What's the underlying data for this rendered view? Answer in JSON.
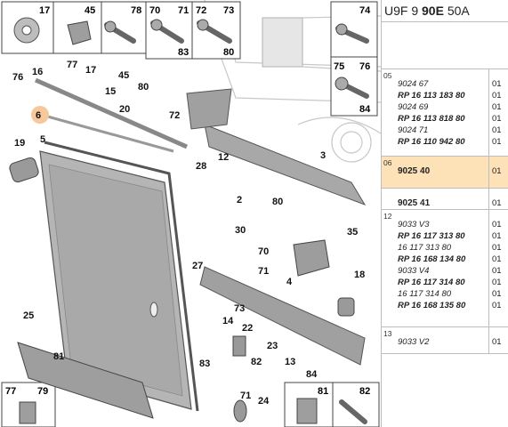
{
  "header": {
    "code_prefix": "U9F 9 ",
    "code_bold": "90E",
    "code_suffix": " 50A"
  },
  "groups": [
    {
      "no": "05",
      "rows": [
        {
          "kind": "ref",
          "text": "9024 67",
          "qty": "01"
        },
        {
          "kind": "rp",
          "text": "RP 16 113 183 80",
          "qty": "01"
        },
        {
          "kind": "ref",
          "text": "9024 69",
          "qty": "01"
        },
        {
          "kind": "rp",
          "text": "RP 16 113 818 80",
          "qty": "01"
        },
        {
          "kind": "ref",
          "text": "9024 71",
          "qty": "01"
        },
        {
          "kind": "rp",
          "text": "RP 16 110 942 80",
          "qty": "01"
        }
      ]
    },
    {
      "no": "06",
      "highlight": true,
      "rows": [
        {
          "kind": "big",
          "text": "9025 40",
          "qty": "01"
        }
      ]
    },
    {
      "no": "",
      "rows": [
        {
          "kind": "big",
          "text": "9025 41",
          "qty": "01"
        }
      ]
    },
    {
      "no": "12",
      "rows": [
        {
          "kind": "ref",
          "text": "9033 V3",
          "qty": "01"
        },
        {
          "kind": "rp",
          "text": "RP 16 117 313 80",
          "qty": "01"
        },
        {
          "kind": "ref",
          "text": "16 117 313 80",
          "qty": "01"
        },
        {
          "kind": "rp",
          "text": "RP 16 168 134 80",
          "qty": "01"
        },
        {
          "kind": "ref",
          "text": "9033 V4",
          "qty": "01"
        },
        {
          "kind": "rp",
          "text": "RP 16 117 314 80",
          "qty": "01"
        },
        {
          "kind": "ref",
          "text": "16 117 314 80",
          "qty": "01"
        },
        {
          "kind": "rp",
          "text": "RP 16 168 135 80",
          "qty": "01"
        }
      ]
    },
    {
      "no": "13",
      "rows": [
        {
          "kind": "ref",
          "text": "9033 V2",
          "qty": "01"
        }
      ]
    }
  ],
  "boxes": {
    "b17": "17",
    "b45": "45",
    "b78": "78",
    "b70": "70",
    "b71": "71",
    "b83": "83",
    "b72": "72",
    "b73": "73",
    "b80": "80",
    "b74": "74",
    "b75": "75",
    "b76": "76",
    "b84": "84",
    "b77": "77",
    "b79": "79",
    "b81": "81",
    "b82": "82"
  },
  "labels": {
    "l76": "76",
    "l16": "16",
    "l77": "77",
    "l17": "17",
    "l45": "45",
    "l15": "15",
    "l80a": "80",
    "l6": "6",
    "l20": "20",
    "l72": "72",
    "l19": "19",
    "l5": "5",
    "l28": "28",
    "l12": "12",
    "l3": "3",
    "l80b": "80",
    "l2": "2",
    "l30": "30",
    "l35": "35",
    "l70": "70",
    "l71": "71",
    "l27": "27",
    "l4": "4",
    "l18": "18",
    "l73": "73",
    "l14": "14",
    "l25": "25",
    "l22": "22",
    "l23": "23",
    "l81": "81",
    "l83": "83",
    "l82": "82",
    "l13": "13",
    "l84": "84",
    "l71b": "71",
    "l24": "24"
  }
}
